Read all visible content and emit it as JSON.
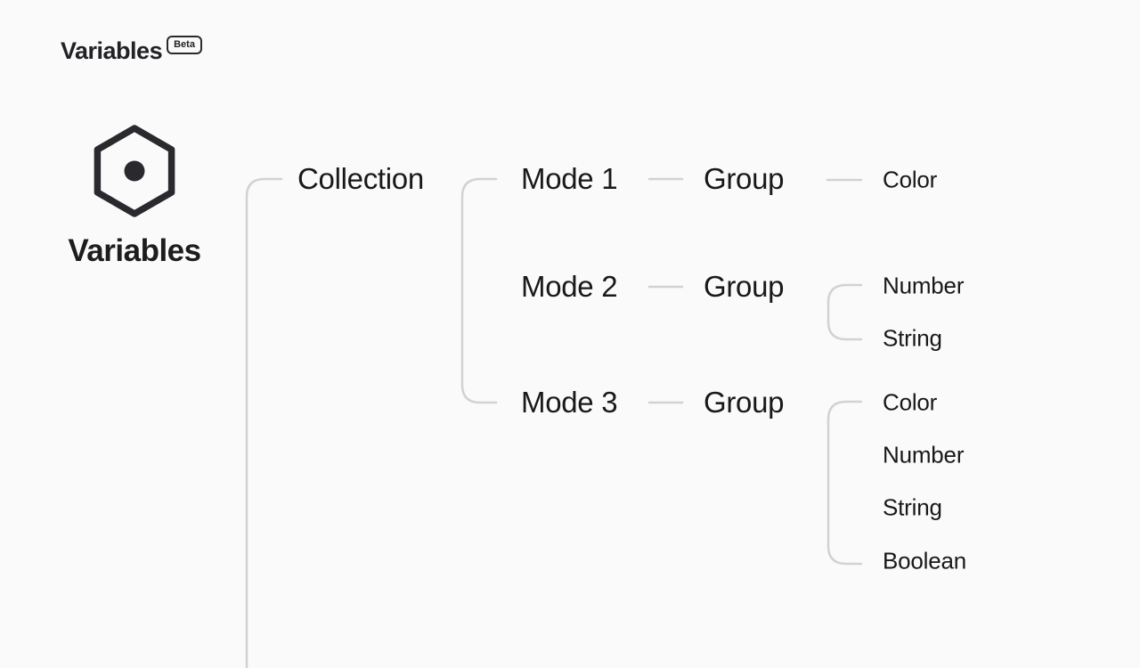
{
  "header": {
    "title": "Variables",
    "badge": "Beta"
  },
  "variables_icon": {
    "label": "Variables",
    "icon": "hexagon-dot-icon"
  },
  "tree": {
    "root": {
      "label": "Collection"
    },
    "rows": [
      {
        "mode": "Mode 1",
        "group": "Group",
        "children": [
          "Color"
        ]
      },
      {
        "mode": "Mode 2",
        "group": "Group",
        "children": [
          "Number",
          "String"
        ]
      },
      {
        "mode": "Mode 3",
        "group": "Group",
        "children": [
          "Color",
          "Number",
          "String",
          "Boolean"
        ]
      }
    ]
  },
  "colors": {
    "background": "#fafafa",
    "text": "#1b1b1d",
    "connector_line": "#d2d2d4",
    "icon_stroke": "#2a2a2e"
  }
}
